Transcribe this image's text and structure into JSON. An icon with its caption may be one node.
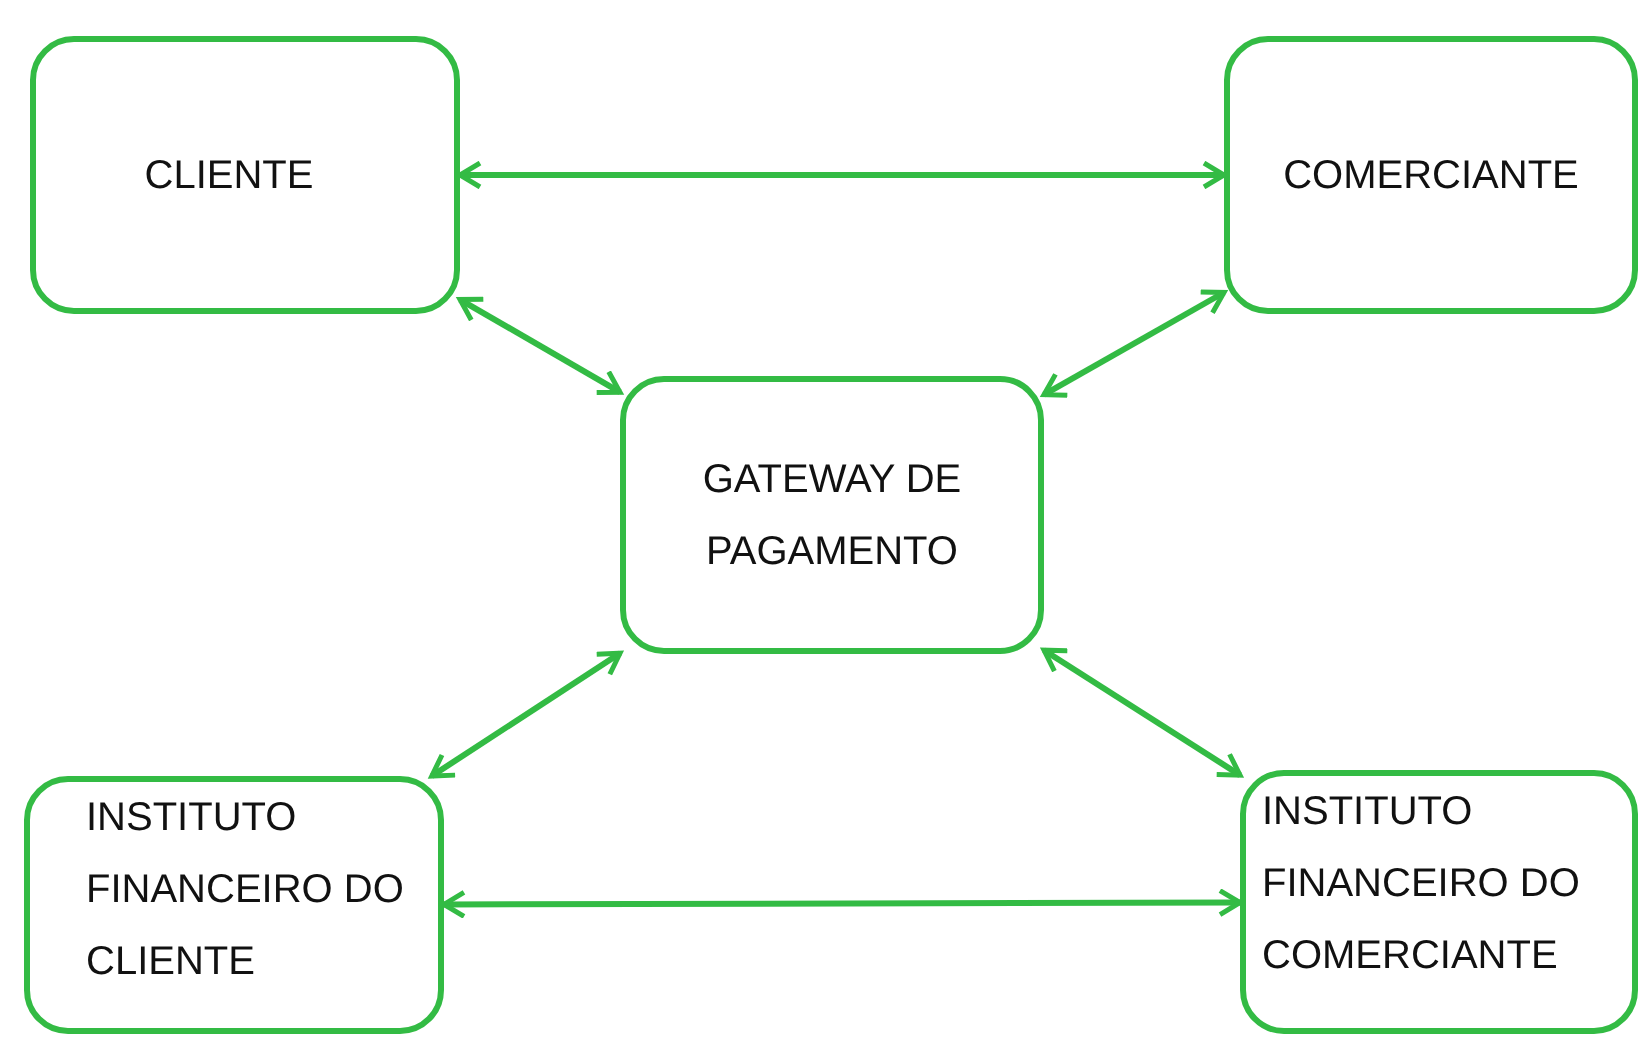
{
  "diagram": {
    "nodes": [
      {
        "text": [
          "CLIENTE"
        ]
      },
      {
        "text": [
          "COMERCIANTE"
        ]
      },
      {
        "text": [
          "GATEWAY DE PAGAMENTO"
        ]
      },
      {
        "text": [
          "INSTITUTO FINANCEIRO DO CLIENTE"
        ]
      },
      {
        "text": [
          "INSTITUTO FINANCEIRO DO COMERCIANTE"
        ]
      }
    ],
    "edges": [
      {
        "from": 0,
        "to": 1,
        "arrow": "both"
      },
      {
        "from": 0,
        "to": 2,
        "arrow": "both"
      },
      {
        "from": 1,
        "to": 2,
        "arrow": "both"
      },
      {
        "from": 2,
        "to": 3,
        "arrow": "both"
      },
      {
        "from": 2,
        "to": 4,
        "arrow": "both"
      },
      {
        "from": 3,
        "to": 4,
        "arrow": "both"
      }
    ]
  }
}
